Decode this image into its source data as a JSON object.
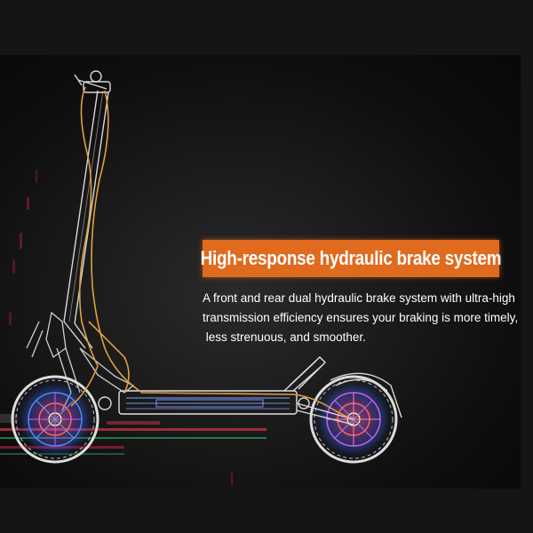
{
  "headline": "High-response hydraulic brake system",
  "description": {
    "line1": "A front and rear dual hydraulic brake system with ultra-high",
    "line2": "transmission efficiency ensures your braking is more timely,",
    "line3": " less strenuous, and smoother."
  },
  "colors": {
    "page_background": "#151515",
    "accent": "#e06a1e",
    "text": "#ffffff",
    "brake_line": "#e0a040"
  }
}
